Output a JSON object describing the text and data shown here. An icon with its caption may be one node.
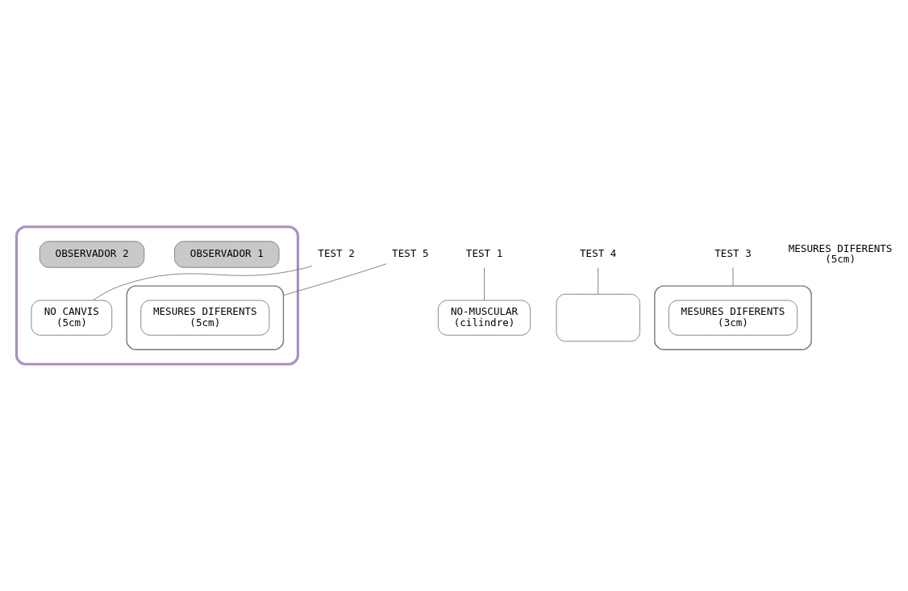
{
  "diagram": {
    "nodes": [
      {
        "text": [],
        "shape": "box"
      },
      {
        "text": [
          "OBSERVADOR 1"
        ],
        "in": 0
      },
      {
        "text": [
          "OBSERVADOR 2"
        ],
        "in": 0
      },
      {
        "text": [
          "TEST 1"
        ]
      },
      {
        "text": [
          "NO-MUSCULAR",
          "(cilindre)"
        ]
      },
      {
        "text": [
          "TEST 2"
        ]
      },
      {
        "text": [
          "NO CANVIS",
          "(5cm)"
        ],
        "in": 0
      },
      {
        "text": [
          "TEST 5"
        ]
      },
      {
        "text": [],
        "shape": "box",
        "in": 0
      },
      {
        "text": [
          "TEST 4"
        ]
      },
      {
        "text": [],
        "shape": "box"
      },
      {
        "text": [
          "TEST 3"
        ]
      },
      {
        "text": [],
        "shape": "box"
      },
      {
        "text": [
          "MESURES DIFERENTS",
          "(5cm)"
        ]
      },
      {
        "text": [
          "MESURES DIFERENTS",
          "(5cm)"
        ],
        "in": 8
      },
      {
        "text": [
          "MESURES DIFERENTS",
          "(3cm)"
        ],
        "in": 12
      }
    ],
    "edges": [
      {
        "from": 3,
        "to": 4,
        "arrow": "none"
      },
      {
        "from": 5,
        "to": 6,
        "arrow": "none"
      },
      {
        "from": 7,
        "to": 8,
        "arrow": "none"
      },
      {
        "from": 9,
        "to": 10,
        "arrow": "none"
      },
      {
        "from": 11,
        "to": 12,
        "arrow": "none"
      }
    ]
  }
}
